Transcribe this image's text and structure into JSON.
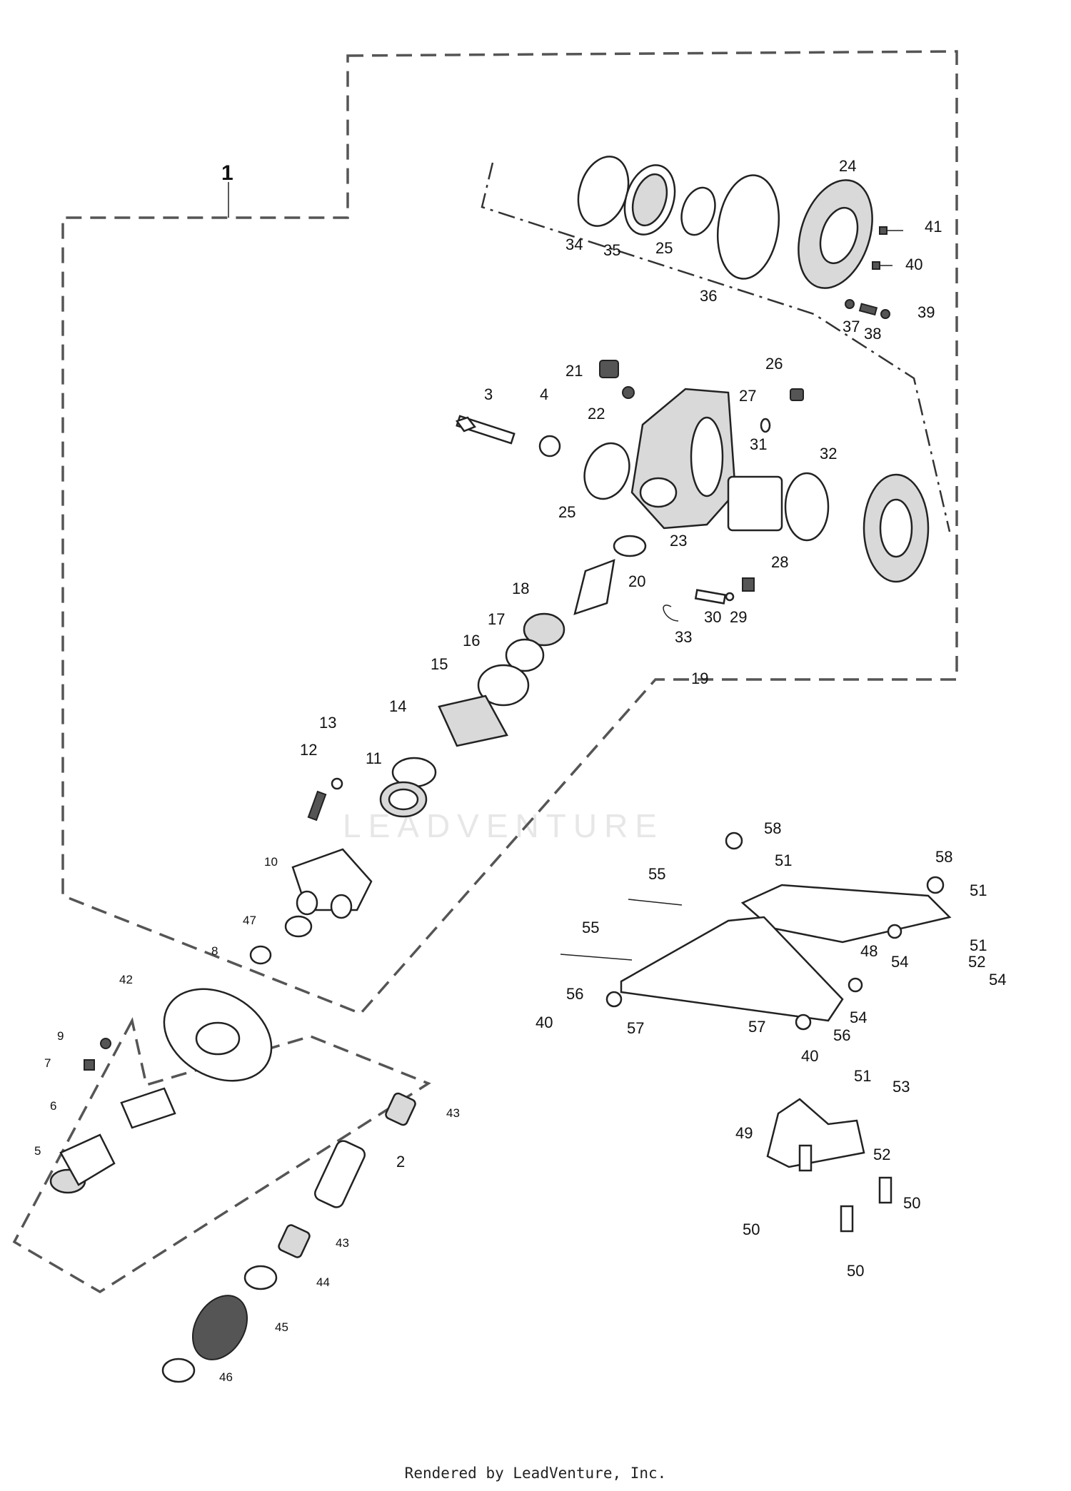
{
  "watermark": "LEADVENTURE",
  "footer": "Rendered by LeadVenture, Inc.",
  "assembly_label": "1",
  "callouts": [
    "2",
    "3",
    "4",
    "5",
    "6",
    "7",
    "8",
    "9",
    "10",
    "11",
    "12",
    "13",
    "14",
    "15",
    "16",
    "17",
    "18",
    "19",
    "20",
    "21",
    "22",
    "23",
    "24",
    "25",
    "25",
    "26",
    "27",
    "28",
    "29",
    "30",
    "31",
    "32",
    "33",
    "34",
    "35",
    "36",
    "37",
    "38",
    "39",
    "40",
    "40",
    "40",
    "41",
    "42",
    "43",
    "43",
    "44",
    "45",
    "46",
    "47",
    "48",
    "49",
    "50",
    "50",
    "50",
    "51",
    "51",
    "51",
    "51",
    "52",
    "52",
    "53",
    "54",
    "54",
    "54",
    "55",
    "55",
    "56",
    "56",
    "57",
    "57",
    "58",
    "58"
  ]
}
